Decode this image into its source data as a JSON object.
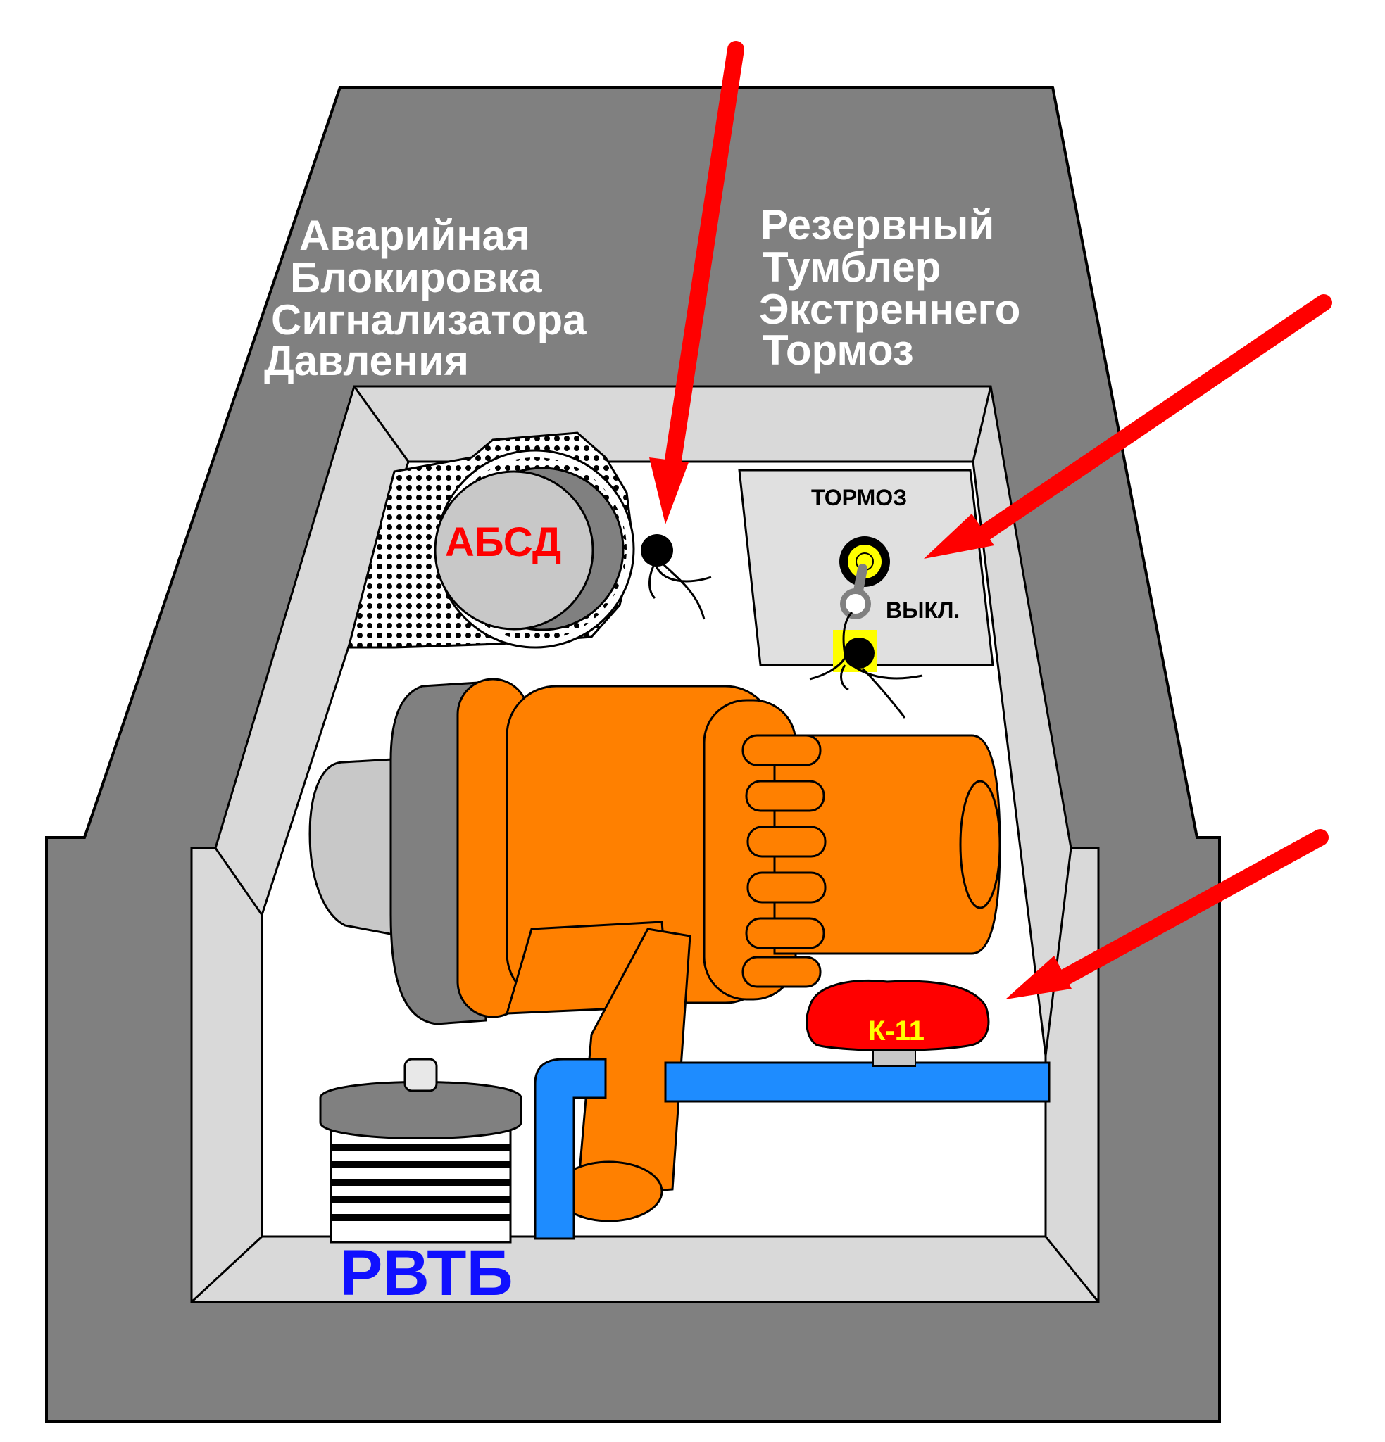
{
  "labels": {
    "left_block": [
      "Аварийная",
      "Блокировка",
      "Сигнализатора",
      "Давления"
    ],
    "right_block": [
      "Резервный",
      "Тумблер",
      "Экстреннего",
      "Тормоз"
    ],
    "absd": "АБСД",
    "tormoz": "ТОРМОЗ",
    "vykl": "ВЫКЛ.",
    "k11": "К-11",
    "rvtb": "РВТБ"
  },
  "icons": {
    "pointer_arrows": "red-arrow-icon",
    "toggle": "toggle-switch-icon",
    "valve_handle": "valve-handwheel-icon"
  },
  "colors": {
    "housing": "#808080",
    "inner_wall": "#d9d9d9",
    "panel": "#e0e0e0",
    "orange": "#ff8000",
    "red_arrow": "#ff0000",
    "blue_pipe": "#1e8cff",
    "k11_red": "#ff0000",
    "k11_text": "#ffff00",
    "absd_text": "#ff0000",
    "rvtb_text": "#1010ff",
    "toggle_yellow": "#ffff00"
  }
}
